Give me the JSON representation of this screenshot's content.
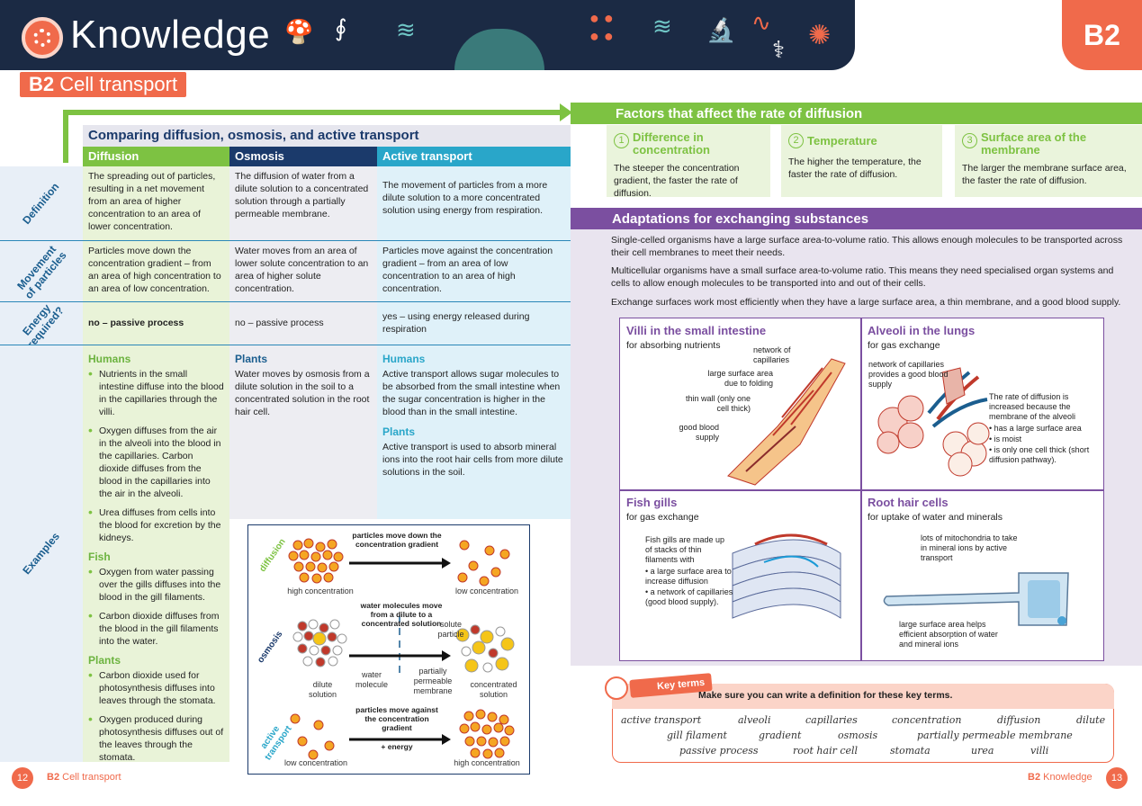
{
  "header": {
    "title": "Knowledge",
    "tab": "B2"
  },
  "section": {
    "code": "B2",
    "name": "Cell transport"
  },
  "compare": {
    "title": "Comparing diffusion, osmosis, and active transport",
    "columns": [
      "Diffusion",
      "Osmosis",
      "Active transport"
    ],
    "rows": [
      {
        "label": "Definition",
        "cells": [
          "The spreading out of particles, resulting in a net movement from an area of higher concentration to an area of lower concentration.",
          "The diffusion of water from a dilute solution to a concentrated solution through a partially permeable membrane.",
          "The movement of particles from a more dilute solution to a more concentrated solution using energy from respiration."
        ]
      },
      {
        "label": "Movement of particles",
        "cells": [
          "Particles move down the concentration gradient – from an area of high concentration to an area of low concentration.",
          "Water moves from an area of lower solute concentration to an area of higher solute concentration.",
          "Particles move against the concentration gradient – from an area of low concentration to an area of high concentration."
        ]
      },
      {
        "label": "Energy required?",
        "cells": [
          "no – passive process",
          "no – passive process",
          "yes – using energy released during respiration"
        ]
      }
    ],
    "examples_label": "Examples",
    "diffusion_examples": {
      "humans_title": "Humans",
      "humans": [
        "Nutrients in the small intestine diffuse into the blood in the capillaries through the villi.",
        "Oxygen diffuses from the air in the alveoli into the blood in the capillaries. Carbon dioxide diffuses from the blood in the capillaries into the air in the alveoli.",
        "Urea diffuses from cells into the blood for excretion by the kidneys."
      ],
      "fish_title": "Fish",
      "fish": [
        "Oxygen from water passing over the gills diffuses into the blood in the gill filaments.",
        "Carbon dioxide diffuses from the blood in the gill filaments into the water."
      ],
      "plants_title": "Plants",
      "plants": [
        "Carbon dioxide used for photosynthesis diffuses into leaves through the stomata.",
        "Oxygen produced during photosynthesis diffuses out of the leaves through the stomata."
      ]
    },
    "osmosis_examples": {
      "plants_title": "Plants",
      "plants": "Water moves by osmosis from a dilute solution in the soil to a concentrated solution in the root hair cell."
    },
    "active_examples": {
      "humans_title": "Humans",
      "humans": "Active transport allows sugar molecules to be absorbed from the small intestine when the sugar concentration is higher in the blood than in the small intestine.",
      "plants_title": "Plants",
      "plants": "Active transport is used to absorb mineral ions into the root hair cells from more dilute solutions in the soil."
    }
  },
  "diagram": {
    "diffusion": {
      "side": "diffusion",
      "arrow": "particles move down the concentration gradient",
      "left": "high concentration",
      "right": "low concentration"
    },
    "osmosis": {
      "side": "osmosis",
      "arrow": "water molecules move from a dilute to a concentrated solution",
      "solute": "solute particle",
      "water": "water molecule",
      "membrane": "partially permeable membrane",
      "left": "dilute solution",
      "right": "concentrated solution"
    },
    "active": {
      "side": "active transport",
      "arrow": "particles move against the concentration gradient",
      "energy": "+ energy",
      "left": "low concentration",
      "right": "high concentration"
    }
  },
  "factors": {
    "title": "Factors that affect the rate of diffusion",
    "items": [
      {
        "num": "1",
        "title": "Difference in concentration",
        "text": "The steeper the concentration gradient, the faster the rate of diffusion."
      },
      {
        "num": "2",
        "title": "Temperature",
        "text": "The higher the temperature, the faster the rate of diffusion."
      },
      {
        "num": "3",
        "title": "Surface area of the membrane",
        "text": "The larger the membrane surface area, the faster the rate of diffusion."
      }
    ]
  },
  "adaptations": {
    "title": "Adaptations for exchanging substances",
    "p1": "Single-celled organisms have a large surface area-to-volume ratio. This allows enough molecules to be transported across their cell membranes to meet their needs.",
    "p2": "Multicellular organisms have a small surface area-to-volume ratio. This means they need specialised organ systems and cells to allow enough molecules to be transported into and out of their cells.",
    "p3": "Exchange surfaces work most efficiently when they have a large surface area, a thin membrane, and a good blood supply.",
    "villi": {
      "title": "Villi in the small intestine",
      "sub": "for absorbing nutrients",
      "a1": "network of capillaries",
      "a2": "large surface area due to folding",
      "a3": "thin wall (only one cell thick)",
      "a4": "good blood supply"
    },
    "alveoli": {
      "title": "Alveoli in the lungs",
      "sub": "for gas exchange",
      "a1": "network of capillaries provides a good blood supply",
      "a2": "The rate of diffusion is increased because the membrane of the alveoli",
      "b1": "• has a large surface area",
      "b2": "• is moist",
      "b3": "• is only one cell thick (short diffusion pathway)."
    },
    "gills": {
      "title": "Fish gills",
      "sub": "for gas exchange",
      "a1": "Fish gills are made up of stacks of thin filaments with",
      "b1": "• a large surface area to increase diffusion",
      "b2": "• a network of capillaries (good blood supply)."
    },
    "root": {
      "title": "Root hair cells",
      "sub": "for uptake of water and minerals",
      "a1": "lots of mitochondria to take in mineral ions by active transport",
      "a2": "large surface area helps efficient absorption of water and mineral ions"
    }
  },
  "keyterms": {
    "label": "Key terms",
    "intro": "Make sure you can write a definition for these key terms.",
    "row1": [
      "active transport",
      "alveoli",
      "capillaries",
      "concentration",
      "diffusion",
      "dilute"
    ],
    "row2": [
      "gill filament",
      "gradient",
      "osmosis",
      "partially permeable membrane"
    ],
    "row3": [
      "passive process",
      "root hair cell",
      "stomata",
      "urea",
      "villi"
    ]
  },
  "footer": {
    "left_page": "12",
    "left_code": "B2",
    "left_text": "Cell transport",
    "right_code": "B2",
    "right_text": "Knowledge",
    "right_page": "13"
  },
  "colors": {
    "orange": "#f06a4b",
    "navy": "#1b2a44",
    "green": "#7dc242",
    "purple": "#7b4fa0",
    "teal": "#29a6c9"
  }
}
